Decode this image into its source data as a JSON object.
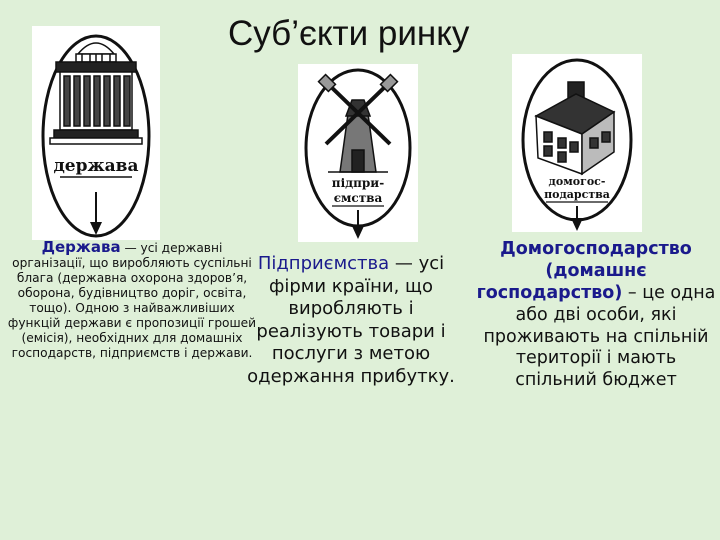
{
  "slide": {
    "title": "Суб’єкти ринку"
  },
  "cards": {
    "state": {
      "label": "держава"
    },
    "enterprise": {
      "label_line1": "підпри-",
      "label_line2": "ємства"
    },
    "household": {
      "label_line1": "домогос-",
      "label_line2": "подарства"
    }
  },
  "columns": {
    "state": {
      "term": "Держава",
      "text": " — усі державні організації, що виробляють суспільні блага (державна охорона здоров’я, оборона, будівництво доріг, освіта, тощо). Одною з найважливіших функцій держави є пропозиції грошей (емісія), необхідних для домашніх господарств, підприємств і держави."
    },
    "enterprise": {
      "term": "Підприємства",
      "text": " — усі фірми країни, що виробляють і реалізують товари і послуги з метою одержання прибутку."
    },
    "household": {
      "term": "Домогосподарство (домашнє господарство)",
      "text": " – це одна або дві особи, які проживають на спільній території і мають спільний бюджет"
    }
  },
  "colors": {
    "background": "#dff0d8",
    "term": "#1a1a8c"
  }
}
